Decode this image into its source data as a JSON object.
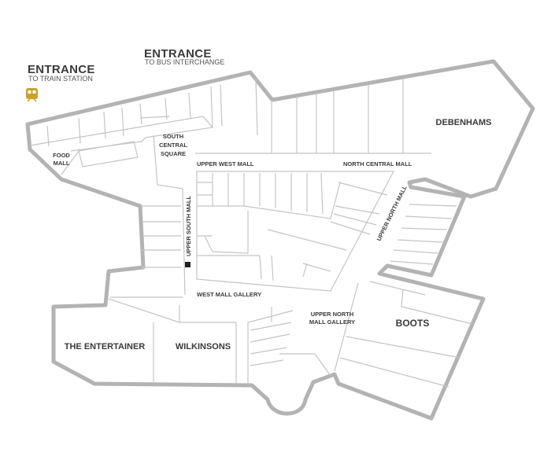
{
  "entrances": {
    "train": {
      "title": "ENTRANCE",
      "subtitle": "TO TRAIN STATION"
    },
    "bus": {
      "title": "ENTRANCE",
      "subtitle": "TO BUS INTERCHANGE"
    }
  },
  "areas": {
    "food_mall": [
      "FOOD",
      "MALL"
    ],
    "south_central_square": [
      "SOUTH",
      "CENTRAL",
      "SQUARE"
    ],
    "upper_west_mall": "UPPER WEST MALL",
    "north_central_mall": "NORTH CENTRAL MALL",
    "upper_south_mall": "UPPER SOUTH MALL",
    "upper_north_mall": "UPPER NORTH MALL",
    "west_mall_gallery": "WEST MALL GALLERY",
    "upper_north_mall_gallery": [
      "UPPER NORTH",
      "MALL GALLERY"
    ]
  },
  "stores": {
    "debenhams": "DEBENHAMS",
    "boots": "BOOTS",
    "the_entertainer": "THE ENTERTAINER",
    "wilkinsons": "WILKINSONS"
  },
  "colors": {
    "outline": "#b3b3b3",
    "unit_lines": "#c4c4c4",
    "label": "#3a3a3a",
    "train_icon": "#c9a227"
  },
  "icons": {
    "train": "train-icon",
    "marker": "you-are-here-marker"
  }
}
